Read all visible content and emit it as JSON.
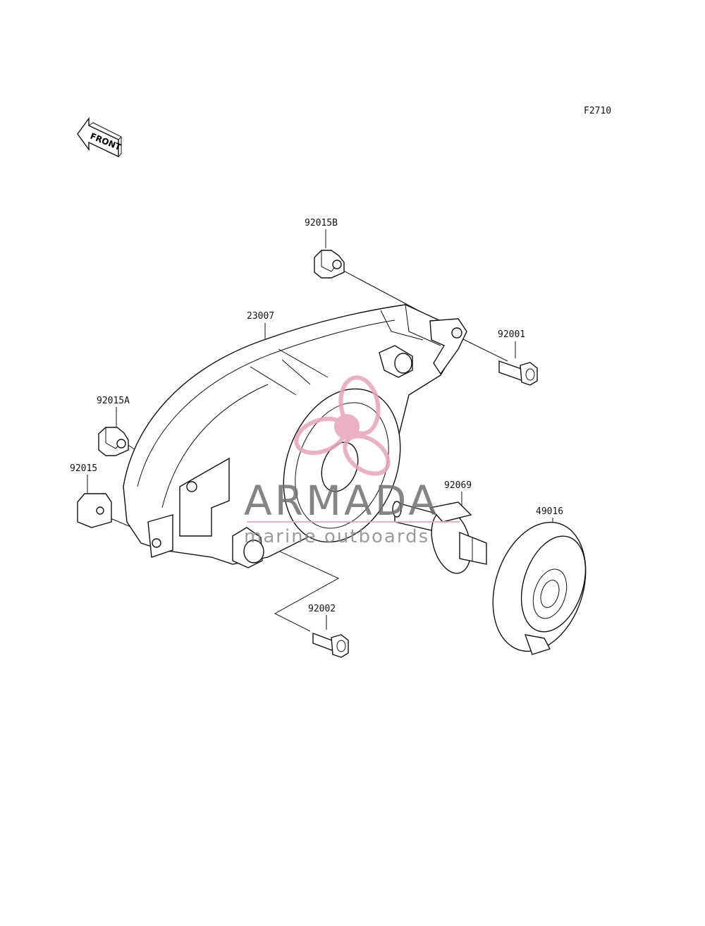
{
  "diagram": {
    "code": "F2710",
    "front_label": "FRONT",
    "parts": [
      {
        "id": "92015B",
        "label": "92015B"
      },
      {
        "id": "23007",
        "label": "23007"
      },
      {
        "id": "92001",
        "label": "92001"
      },
      {
        "id": "92015A",
        "label": "92015A"
      },
      {
        "id": "92015",
        "label": "92015"
      },
      {
        "id": "92069",
        "label": "92069"
      },
      {
        "id": "49016",
        "label": "49016"
      },
      {
        "id": "92002",
        "label": "92002"
      }
    ]
  },
  "watermark": {
    "brand": "ARMADA",
    "tagline": "marine outboards",
    "color": "#e9a3bd"
  }
}
